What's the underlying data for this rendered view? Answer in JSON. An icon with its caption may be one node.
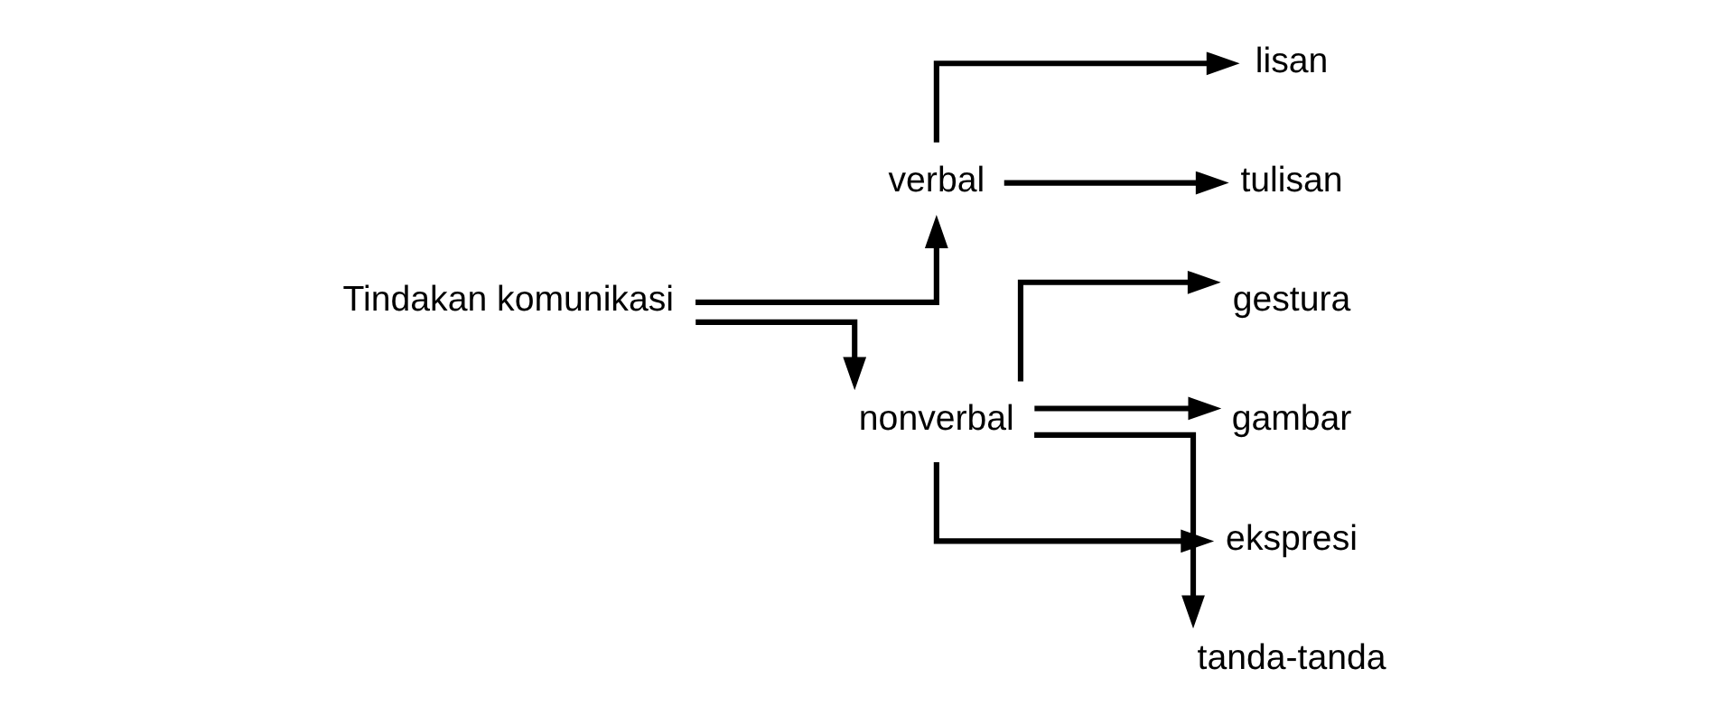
{
  "diagram": {
    "nodes": [
      {
        "text": [
          "Tindakan komunikasi"
        ]
      },
      {
        "text": [
          "verbal"
        ]
      },
      {
        "text": [
          "nonverbal"
        ]
      },
      {
        "text": [
          "lisan"
        ]
      },
      {
        "text": [
          "tulisan"
        ]
      },
      {
        "text": [
          "gestura"
        ]
      },
      {
        "text": [
          "gambar"
        ]
      },
      {
        "text": [
          "ekspresi"
        ]
      },
      {
        "text": [
          "tanda-tanda"
        ]
      }
    ],
    "edges": [
      {
        "from": 0,
        "to": 1,
        "arrow": "to"
      },
      {
        "from": 0,
        "to": 2,
        "arrow": "to"
      },
      {
        "from": 1,
        "to": 3,
        "arrow": "to"
      },
      {
        "from": 1,
        "to": 4,
        "arrow": "to"
      },
      {
        "from": 2,
        "to": 5,
        "arrow": "to"
      },
      {
        "from": 2,
        "to": 6,
        "arrow": "to"
      },
      {
        "from": 2,
        "to": 7,
        "arrow": "to"
      },
      {
        "from": 2,
        "to": 8,
        "arrow": "to"
      }
    ]
  }
}
